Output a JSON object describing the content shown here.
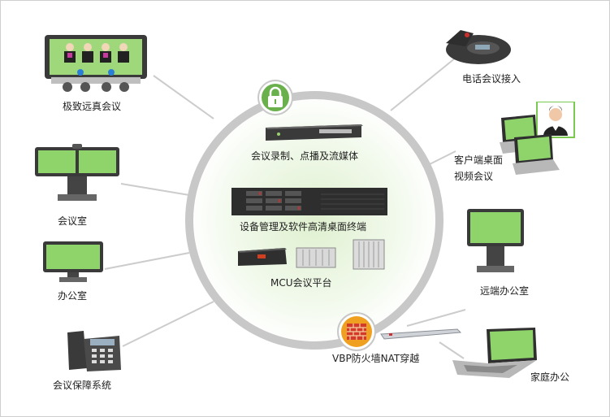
{
  "center": {
    "recording_label": "会议录制、点播及流媒体",
    "management_label": "设备管理及软件高清桌面终端",
    "mcu_label": "MCU会议平台",
    "firewall_label": "VBP防火墙NAT穿越"
  },
  "left": {
    "telepresence_label": "极致远真会议",
    "meeting_room_label": "会议室",
    "office_label": "办公室",
    "support_label": "会议保障系统"
  },
  "right": {
    "phone_label": "电话会议接入",
    "client_desktop_label_line1": "客户端桌面",
    "client_desktop_label_line2": "视频会议",
    "remote_office_label": "远端办公室",
    "home_office_label": "家庭办公"
  },
  "colors": {
    "ring": "#c8c8c8",
    "center_glow": "#e6f4d9",
    "lock_badge": "#6ab04c",
    "firewall_badge": "#f0a020",
    "screen_green": "#7bc950"
  }
}
